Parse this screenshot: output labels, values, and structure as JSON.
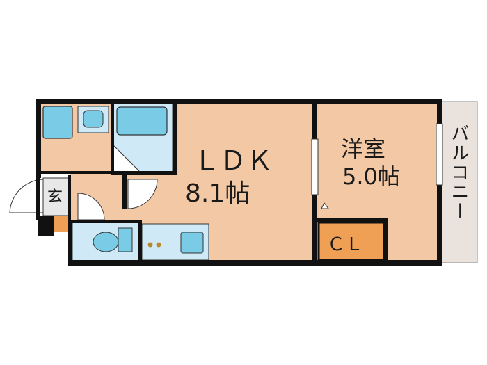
{
  "rooms": {
    "ldk": {
      "name": "ＬＤＫ",
      "size": "8.1帖"
    },
    "western": {
      "name": "洋室",
      "size": "5.0帖"
    },
    "closet": {
      "name": "ＣＬ"
    },
    "entrance": {
      "name": "玄"
    },
    "balcony": {
      "name": "バルコニー"
    }
  },
  "colors": {
    "room_floor": "#f3c9a5",
    "wet_area": "#cfe9f6",
    "fixture": "#79cbe6",
    "closet": "#f0a055",
    "balcony": "#eae2dc",
    "entrance_floor": "#e8e8e8",
    "wall": "#111111",
    "shoe_box": "#f0a055"
  }
}
